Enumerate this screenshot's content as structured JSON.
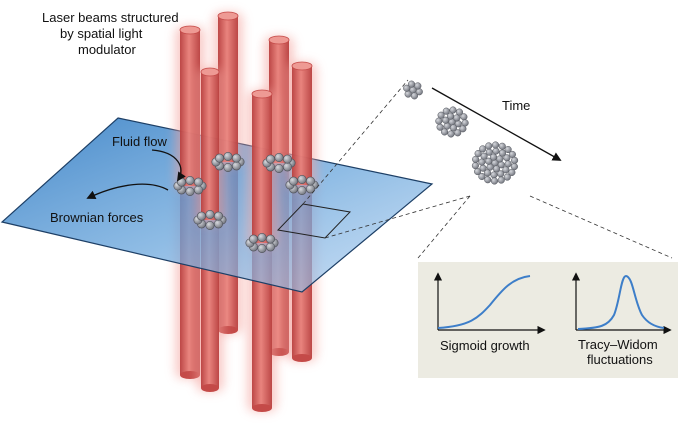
{
  "labels": {
    "laser_line1": "Laser beams structured",
    "laser_line2": "by spatial light",
    "laser_line3": "modulator",
    "fluid_flow": "Fluid flow",
    "brownian_forces": "Brownian forces",
    "time": "Time",
    "sigmoid_growth": "Sigmoid growth",
    "tracy_widom_line1": "Tracy–Widom",
    "tracy_widom_line2": "fluctuations"
  },
  "colors": {
    "beam": "#e06a66",
    "beam_dark": "#c44a48",
    "beam_glow": "#f4a29c",
    "plane": "#3a86cc",
    "plane_edge": "#1d3f66",
    "particle": "#8a8d95",
    "panel": "#ecebe2",
    "curve": "#3d7ec9"
  },
  "icons": [
    "fluid-flow-arrow-icon",
    "brownian-forces-arrow-icon",
    "time-arrow-icon"
  ]
}
